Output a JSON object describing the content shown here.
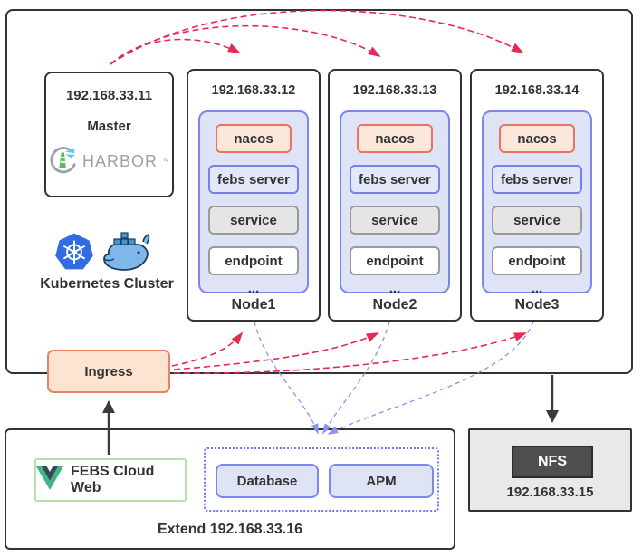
{
  "cluster": {
    "label": "Kubernetes Cluster",
    "master": {
      "ip": "192.168.33.11",
      "role": "Master",
      "registry": "HARBOR",
      "registry_tm": "™"
    },
    "nodes": [
      {
        "ip": "192.168.33.12",
        "name": "Node1"
      },
      {
        "ip": "192.168.33.13",
        "name": "Node2"
      },
      {
        "ip": "192.168.33.14",
        "name": "Node3"
      }
    ],
    "pods": {
      "nacos": "nacos",
      "febs": "febs server",
      "service": "service",
      "endpoint": "endpoint",
      "more": "..."
    }
  },
  "ingress": {
    "label": "Ingress"
  },
  "web": {
    "label": "FEBS Cloud Web"
  },
  "extend": {
    "label": "Extend 192.168.33.16",
    "database": "Database",
    "apm": "APM"
  },
  "nfs": {
    "label": "NFS",
    "ip": "192.168.33.15"
  },
  "colors": {
    "red_arrow": "#e62a56",
    "blue_arrow": "#8a93f0",
    "black_arrow": "#3a3a3a",
    "pod_container_fill": "#dee3f6",
    "pod_container_border": "#7b86ee",
    "nacos_fill": "#fce8da",
    "nacos_border": "#ed7261",
    "ingress_fill": "#fce4d0",
    "ingress_border": "#ea8064",
    "web_border_green": "#b5e0ad",
    "nfs_dark": "#4f4f4f",
    "kubernetes_blue": "#326ce5",
    "docker_blue": "#7db8e8",
    "vue_green": "#41b883",
    "vue_navy": "#35495e",
    "harbor_gray": "#9aa1a7"
  }
}
